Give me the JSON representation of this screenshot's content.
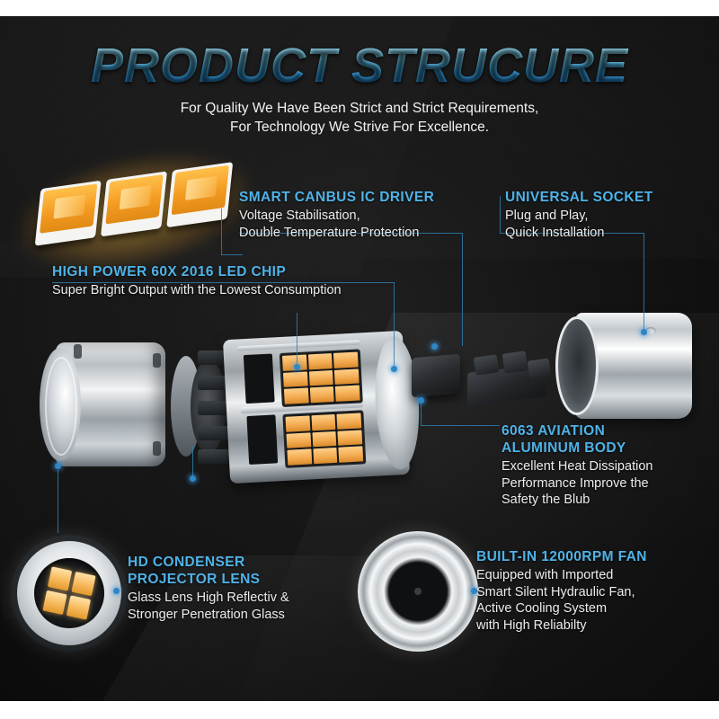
{
  "header": {
    "title": "PRODUCT STRUCURE",
    "subtitle_line1": "For Quality We Have Been Strict and Strict Requirements,",
    "subtitle_line2": "For Technology We Strive For Excellence."
  },
  "colors": {
    "accent_heading": "#4fb3e8",
    "title_gradient_top": "#bfefff",
    "title_gradient_bottom": "#1b6fc0",
    "body_text": "#ededed",
    "background": "#141414",
    "led_amber": "#f4a72a",
    "leader_line": "#2f7fae"
  },
  "callouts": [
    {
      "id": "smart-canbus-ic-driver",
      "heading": "SMART CANBUS IC DRIVER",
      "body_line1": "Voltage Stabilisation,",
      "body_line2": "Double Temperature Protection"
    },
    {
      "id": "universal-socket",
      "heading": "UNIVERSAL SOCKET",
      "body_line1": "Plug and Play,",
      "body_line2": "Quick Installation"
    },
    {
      "id": "high-power-led-chip",
      "heading": "HIGH POWER 60X 2016 LED CHIP",
      "body_line1": "Super Bright Output with the Lowest Consumption",
      "body_line2": ""
    },
    {
      "id": "aviation-aluminum-body",
      "heading_line1": "6063 AVIATION",
      "heading_line2": "ALUMINUM BODY",
      "body_line1": "Excellent Heat Dissipation",
      "body_line2": "Performance Improve the",
      "body_line3": "Safety the Blub"
    },
    {
      "id": "hd-condenser-projector-lens",
      "heading_line1": "HD CONDENSER",
      "heading_line2": "PROJECTOR LENS",
      "body_line1": "Glass Lens High Reflectiv &",
      "body_line2": "Stronger Penetration Glass"
    },
    {
      "id": "built-in-fan",
      "heading": "BUILT-IN 12000RPM FAN",
      "body_line1": "Equipped with Imported",
      "body_line2": "Smart Silent Hydraulic Fan,",
      "body_line3": "Active Cooling System",
      "body_line4": "with High Reliabilty"
    }
  ],
  "artwork": {
    "led_chip_trio": "led-chip-trio-image",
    "heat_sink_body": "aluminum-heat-sink-image",
    "cooling_fan_disc": "fan-disc-image",
    "led_pcb_assembly": "led-pcb-assembly-image",
    "driver_blocks": "canbus-driver-block-image",
    "aluminum_sleeve": "aluminum-sleeve-image",
    "lens_photo": "condenser-lens-photo",
    "fan_photo": "spinning-fan-photo"
  }
}
